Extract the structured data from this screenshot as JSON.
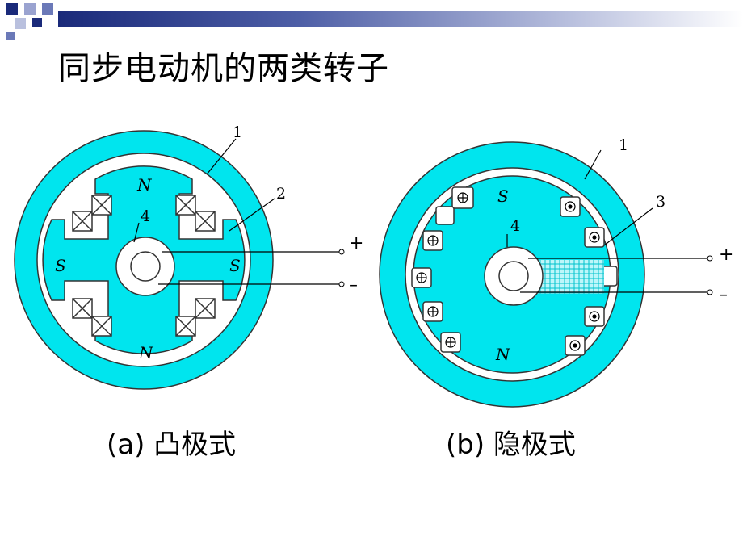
{
  "title": "同步电动机的两类转子",
  "diagram_a": {
    "caption": "(a) 凸极式",
    "pole_top": "N",
    "pole_bottom": "N",
    "pole_left": "S",
    "pole_right": "S",
    "callouts": [
      "1",
      "2",
      "4"
    ],
    "terminal_plus": "+",
    "terminal_minus": "–"
  },
  "diagram_b": {
    "caption": "(b) 隐极式",
    "pole_top": "S",
    "pole_bottom": "N",
    "callouts": [
      "1",
      "3",
      "4"
    ],
    "terminal_plus": "+",
    "terminal_minus": "–"
  },
  "colors": {
    "cyan": "#00e5ee",
    "title_bar_dark": "#1a2a7a",
    "title_bar_light": "#b9c0de"
  }
}
